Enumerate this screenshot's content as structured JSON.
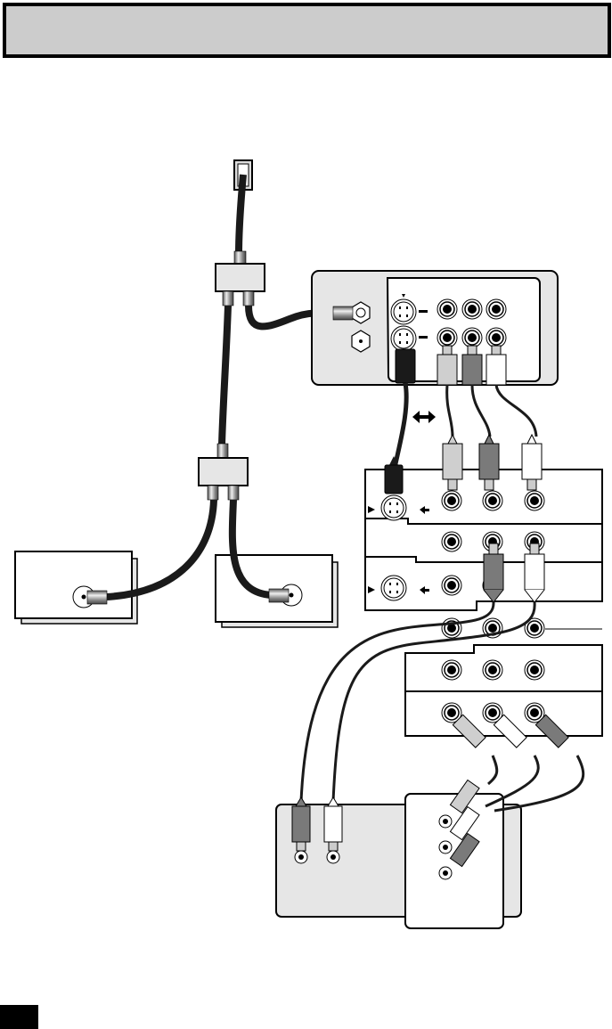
{
  "page": {
    "header_title": "",
    "page_number": ""
  },
  "colors": {
    "background": "#ffffff",
    "header_fill": "#cccccc",
    "border": "#000000",
    "device_fill": "#e6e6e6",
    "cable": "#1a1a1a",
    "plug_light": "#cfcfcf",
    "plug_dark": "#7a7a7a",
    "plug_white": "#ffffff",
    "plug_black": "#1a1a1a"
  },
  "diagram": {
    "components": [
      {
        "id": "wall-outlet",
        "kind": "antenna-wall-jack"
      },
      {
        "id": "splitter-top",
        "kind": "2-way-splitter"
      },
      {
        "id": "splitter-mid",
        "kind": "2-way-splitter"
      },
      {
        "id": "vcr-1",
        "kind": "device-rf-input"
      },
      {
        "id": "device-left",
        "kind": "device-rf-input"
      },
      {
        "id": "device-middle",
        "kind": "device-rf-input"
      },
      {
        "id": "tv-rear-panel",
        "kind": "av-input-panel"
      },
      {
        "id": "av-receiver-panel",
        "kind": "av-jack-panel"
      },
      {
        "id": "audio-device",
        "kind": "stereo-audio-device"
      },
      {
        "id": "component-device",
        "kind": "component-video-device"
      }
    ],
    "direction_arrow": "bidirectional"
  }
}
